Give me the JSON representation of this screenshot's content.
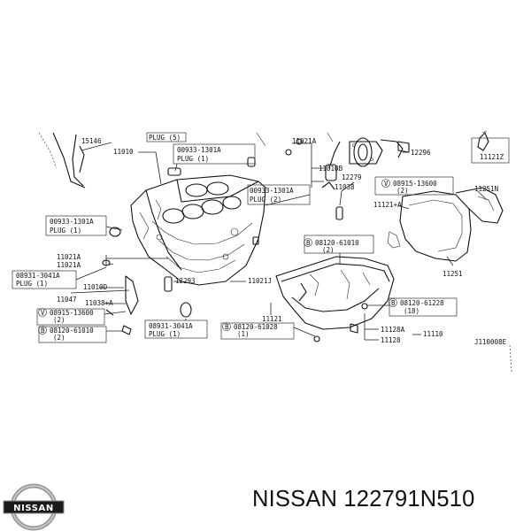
{
  "diagram_labels": {
    "l_15146": "15146",
    "l_plug_top": "PLUG (5)",
    "l_11010": "11010",
    "l_00933_a": "00933-1301A",
    "l_plug1_a": "PLUG (1)",
    "l_11021a_top": "11021A",
    "l_11010b": "11010B",
    "l_12279": "12279",
    "l_11038": "11038",
    "l_12296": "12296",
    "l_11121z": "11121Z",
    "l_08915_a": "08915-13600",
    "l_2_a": "(2)",
    "l_11251n": "11251N",
    "l_00933_b": "00933-1301A",
    "l_plug2": "PLUG (2)",
    "l_11121a": "11121+A",
    "l_00933_c": "00933-1301A",
    "l_plug1_c": "PLUG (1)",
    "l_08120_a": "08120-61010",
    "l_2_b": "(2)",
    "l_11021a_1": "11021A",
    "l_11021a_2": "11021A",
    "l_08931_a": "08931-3041A",
    "l_plug1_d": "PLUG (1)",
    "l_12293": "12293",
    "l_11021j": "11021J",
    "l_11251": "11251",
    "l_11010d": "11010D",
    "l_11047": "11047",
    "l_11038a": "11038+A",
    "l_08915_b": "08915-13600",
    "l_2_c": "(2)",
    "l_08120_b": "08120-61228",
    "l_18": "(18)",
    "l_08931_b": "08931-3041A",
    "l_plug1_e": "PLUG (1)",
    "l_11121": "11121",
    "l_08120_c": "08120-61010",
    "l_2_d": "(2)",
    "l_08120_d": "08120-61028",
    "l_1": "(1)",
    "l_11128a": "11128A",
    "l_11110": "11110",
    "l_11128": "11128",
    "l_ref": "J110008E",
    "l_v1": "V",
    "l_b1": "B",
    "l_b2": "B",
    "l_b3": "B",
    "l_b4": "B",
    "l_v2": "V"
  },
  "logo": {
    "name": "nissan-logo",
    "text": "NISSAN",
    "colors": {
      "ring": "#9a9a9a",
      "band": "#1a1a1a",
      "text": "#ffffff"
    }
  },
  "caption": {
    "text": "NISSAN 122791N510"
  }
}
